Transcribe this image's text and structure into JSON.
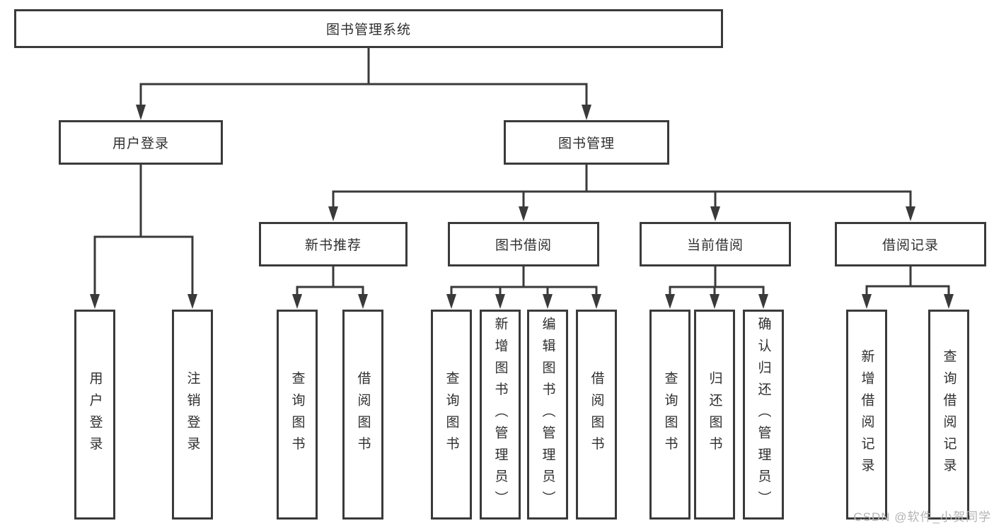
{
  "diagram": {
    "type": "hierarchy-tree",
    "root": {
      "label": "图书管理系统",
      "children": [
        {
          "label": "用户登录",
          "children": [
            {
              "label": "用户登录"
            },
            {
              "label": "注销登录"
            }
          ]
        },
        {
          "label": "图书管理",
          "children": [
            {
              "label": "新书推荐",
              "children": [
                {
                  "label": "查询图书"
                },
                {
                  "label": "借阅图书"
                }
              ]
            },
            {
              "label": "图书借阅",
              "children": [
                {
                  "label": "查询图书"
                },
                {
                  "label": "新增图书（管理员）"
                },
                {
                  "label": "编辑图书（管理员）"
                },
                {
                  "label": "借阅图书"
                }
              ]
            },
            {
              "label": "当前借阅",
              "children": [
                {
                  "label": "查询图书"
                },
                {
                  "label": "归还图书"
                },
                {
                  "label": "确认归还（管理员）"
                }
              ]
            },
            {
              "label": "借阅记录",
              "children": [
                {
                  "label": "新增借阅记录"
                },
                {
                  "label": "查询借阅记录"
                }
              ]
            }
          ]
        }
      ]
    }
  },
  "watermark": {
    "text": "CSDN @软件_小贺同学",
    "color": "#b3b3b3"
  },
  "colors": {
    "line": "#3a3a3a",
    "box_border": "#3a3a3a",
    "text": "#2f2f2f",
    "background": "#ffffff"
  }
}
